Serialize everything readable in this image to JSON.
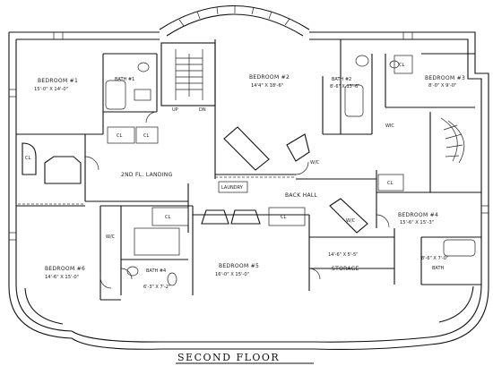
{
  "caption": "SECOND FLOOR",
  "rooms": {
    "bedroom1": {
      "name": "BEDROOM #1",
      "dims": "15'-0\" X 14'-0\""
    },
    "bath1": {
      "name": "BATH #1"
    },
    "bedroom2": {
      "name": "BEDROOM #2",
      "dims": "14'4\" X 18'-6\""
    },
    "bath2": {
      "name": "BATH #2",
      "dims": "8'-6\" X 13'-6\""
    },
    "bedroom3": {
      "name": "BEDROOM #3",
      "dims": "8'-0\" X 9'-0\""
    },
    "landing": {
      "name": "2ND FL. LANDING"
    },
    "back_hall": {
      "name": "BACK HALL"
    },
    "bedroom4": {
      "name": "BEDROOM #4",
      "dims": "15'-6\" X 15'-3\""
    },
    "bedroom6": {
      "name": "BEDROOM #6",
      "dims": "14'-6\" X 15'-0\""
    },
    "bath4": {
      "name": "BATH #4",
      "dims": "6'-3\" X 7'-2\""
    },
    "bedroom5": {
      "name": "BEDROOM #5",
      "dims": "16'-0\" X 15'-0\""
    },
    "storage": {
      "name": "STORAGE",
      "dims": "14'-6\" X 5'-5\""
    },
    "bath3": {
      "name": "BATH",
      "dims": "8'-6\" X 7'-0\""
    }
  },
  "labels": {
    "cl": "CL",
    "wic": "W/C",
    "wic_long": "WIC",
    "up": "UP",
    "dn": "DN",
    "laundry": "LAUNDRY"
  }
}
